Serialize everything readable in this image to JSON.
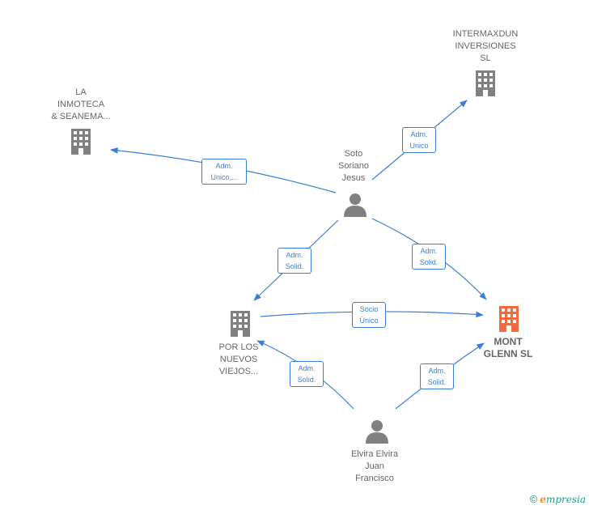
{
  "colors": {
    "edge": "#3a7fd5",
    "company": "#808080",
    "focus_company": "#f26a3d",
    "person": "#808080"
  },
  "nodes": [
    {
      "id": "intermax",
      "type": "company-icon",
      "label": "INTERMAXDUN\nINVERSIONES\nSL"
    },
    {
      "id": "inmoteca",
      "type": "company-icon",
      "label": "LA\nINMOTECA\n& SEANEMA..."
    },
    {
      "id": "soto",
      "type": "person-icon",
      "label": "Soto\nSoriano\nJesus"
    },
    {
      "id": "porlos",
      "type": "company-icon",
      "label": "POR LOS\nNUEVOS\nVIEJOS..."
    },
    {
      "id": "mont",
      "type": "company-icon",
      "label": "MONT\nGLENN  SL",
      "focus": true
    },
    {
      "id": "elvira",
      "type": "person-icon",
      "label": "Elvira Elvira\nJuan\nFrancisco"
    }
  ],
  "edges": [
    {
      "id": "soto-intermax",
      "label": "Adm.\nUnico"
    },
    {
      "id": "soto-inmoteca",
      "label": "Adm.\nUnico,..."
    },
    {
      "id": "soto-porlos",
      "label": "Adm.\nSolid."
    },
    {
      "id": "soto-mont",
      "label": "Adm.\nSolid."
    },
    {
      "id": "porlos-mont",
      "label": "Socio\nÚnico"
    },
    {
      "id": "elvira-porlos",
      "label": "Adm.\nSolid."
    },
    {
      "id": "elvira-mont",
      "label": "Adm.\nSolid."
    }
  ],
  "footer": {
    "copyright": "©",
    "brand_first": "e",
    "brand_rest": "mpresia"
  }
}
